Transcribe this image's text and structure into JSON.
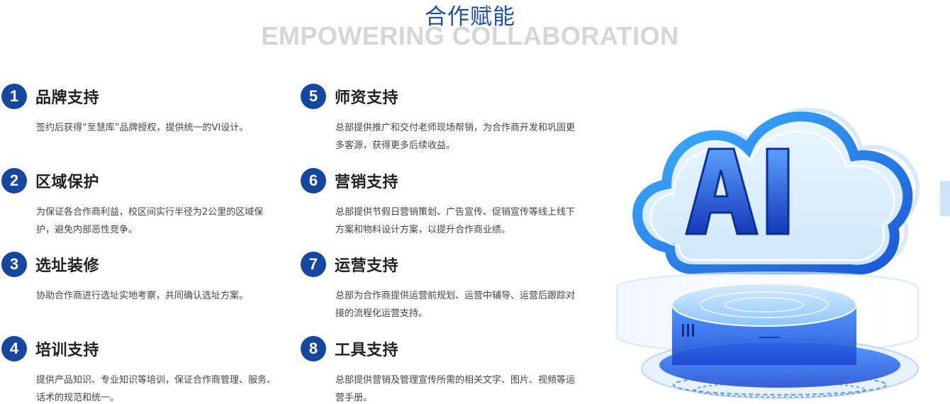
{
  "header": {
    "title_cn": "合作赋能",
    "title_en": "EMPOWERING COLLABORATION"
  },
  "items": [
    {
      "num": "1",
      "title": "品牌支持",
      "desc": "签约后获得“至慧库”品牌授权，提供统一的VI设计。"
    },
    {
      "num": "2",
      "title": "区域保护",
      "desc": "为保证各合作商利益，校区间实行半径为2公里的区域保护，避免内部恶性竞争。"
    },
    {
      "num": "3",
      "title": "选址装修",
      "desc": "协助合作商进行选址实地考察，共同确认选址方案。"
    },
    {
      "num": "4",
      "title": "培训支持",
      "desc": "提供产品知识、专业知识等培训，保证合作商管理、服务、话术的规范和统一。"
    },
    {
      "num": "5",
      "title": "师资支持",
      "desc": "总部提供推广和交付老师现场帮销，为合作商开发和巩固更多客源，获得更多后续收益。"
    },
    {
      "num": "6",
      "title": "营销支持",
      "desc": "总部提供节假日营销策划、广告宣传、促销宣传等线上线下方案和物料设计方案，以提升合作商业绩。"
    },
    {
      "num": "7",
      "title": "运营支持",
      "desc": "总部为合作商提供运营前规划、运营中辅导、运营后跟踪对接的流程化运营支持。"
    },
    {
      "num": "8",
      "title": "工具支持",
      "desc": "总部提供营销及管理宣传所需的相关文字、图片、视频等运营手册。"
    }
  ],
  "illustration": {
    "cloud_text": "AI",
    "icon": "ai-cloud-icon",
    "accent": "#1547a0"
  }
}
